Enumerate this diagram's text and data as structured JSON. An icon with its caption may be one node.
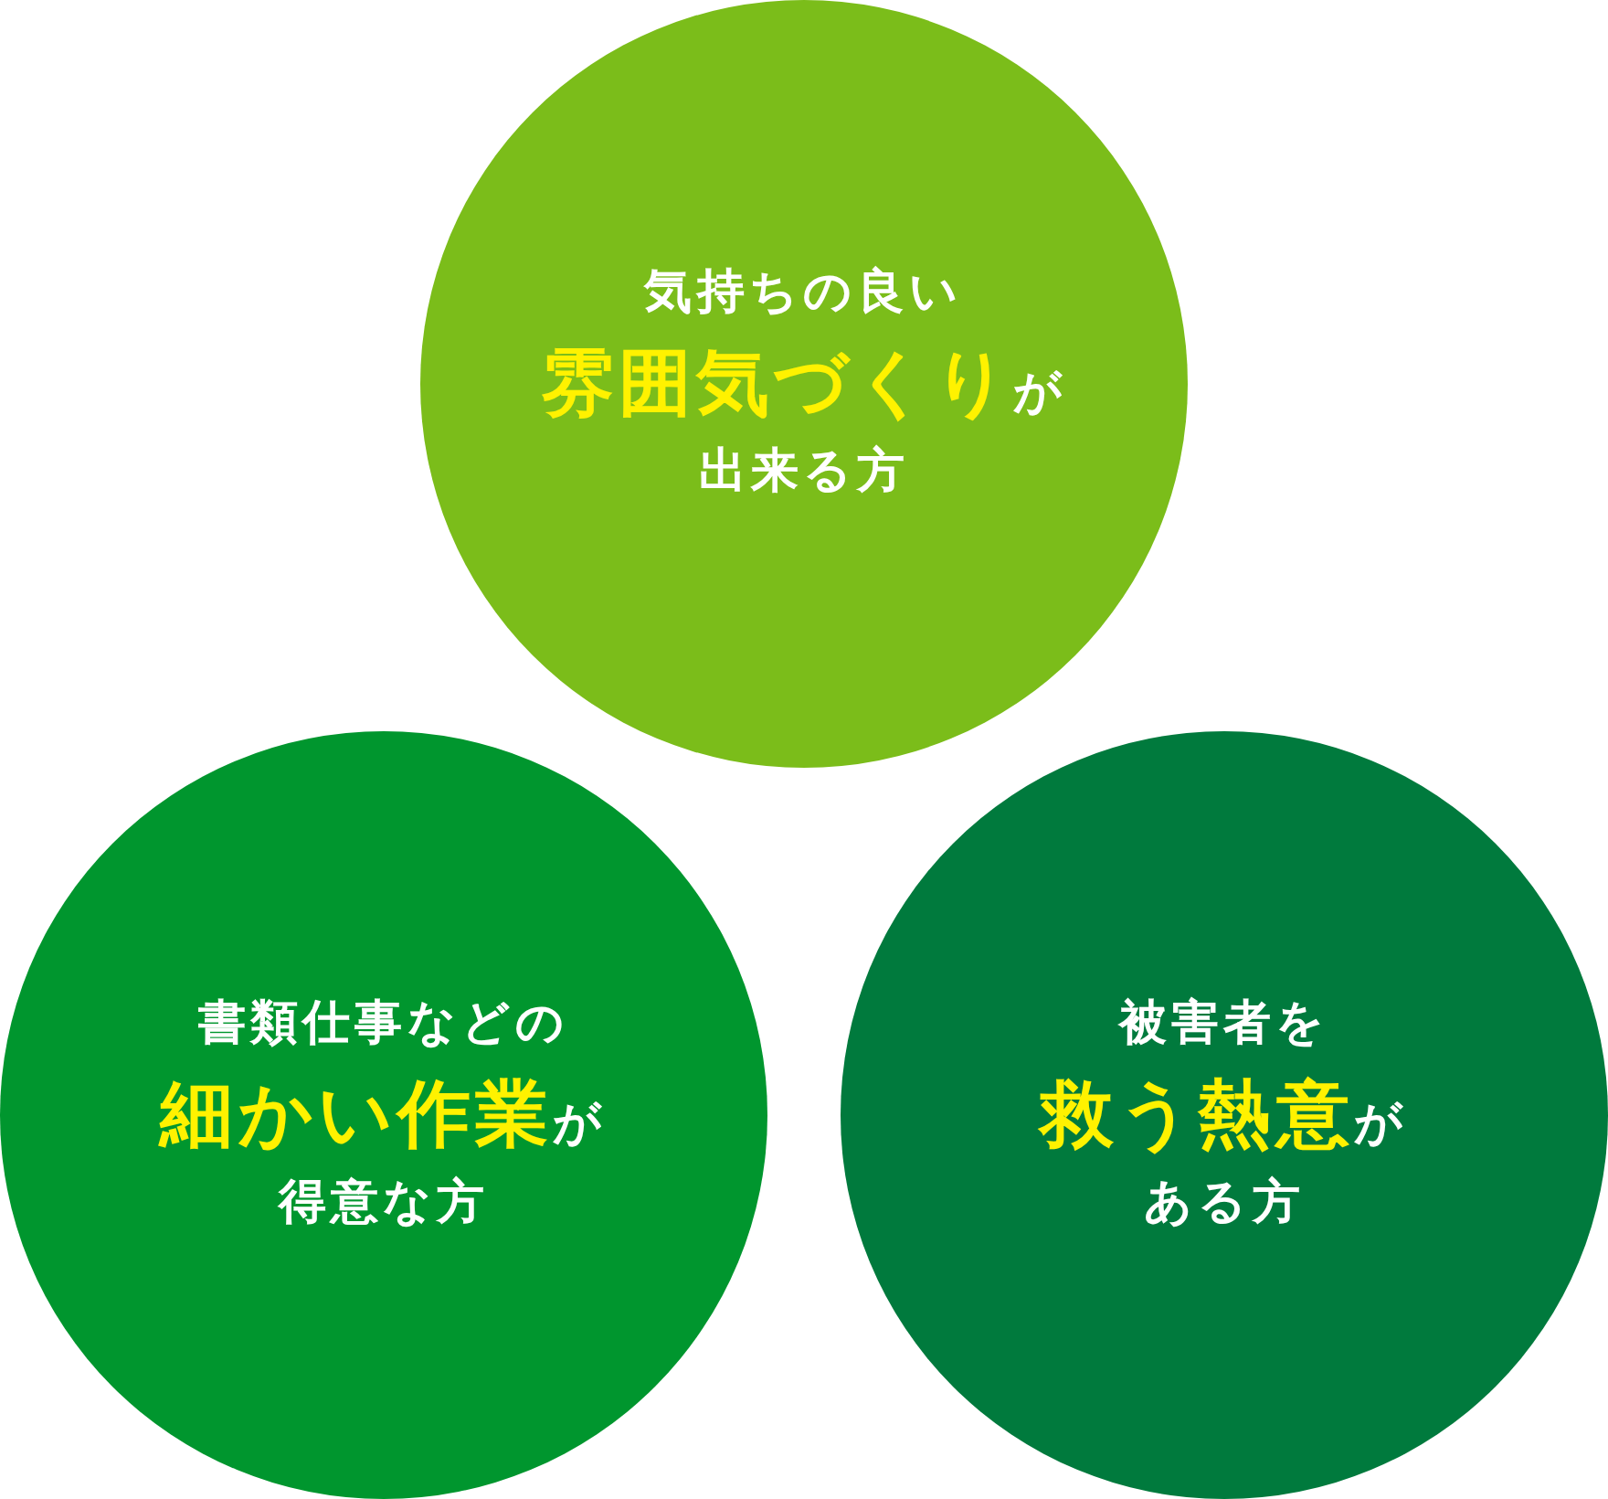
{
  "diagram": {
    "nodes": [
      {
        "text": [
          "気持ちの良い**雰囲気づくり**が出来る方"
        ]
      },
      {
        "text": [
          "書類仕事などの**細かい作業**が得意な方"
        ]
      },
      {
        "text": [
          "被害者を**救う熱意**がある方"
        ]
      }
    ]
  }
}
